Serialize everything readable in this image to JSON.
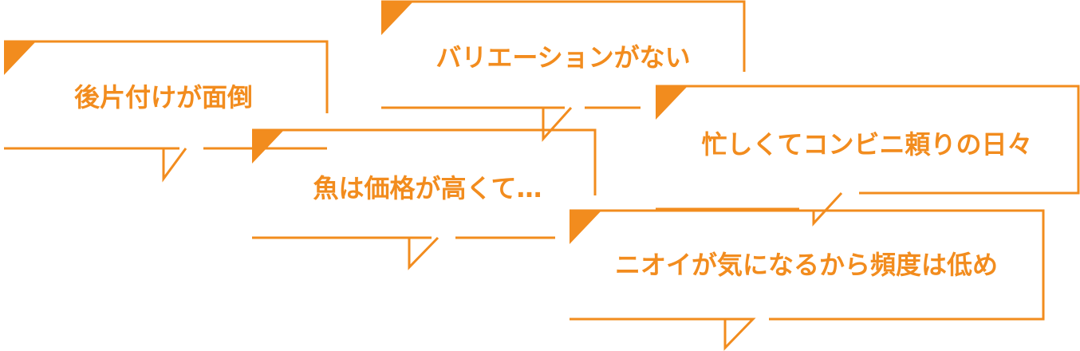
{
  "colors": {
    "accent": "#f28c1e",
    "background": "#ffffff"
  },
  "bubbles": [
    {
      "text": "後片付けが面倒"
    },
    {
      "text": "魚は価格が高くて…"
    },
    {
      "text": "バリエーションがない"
    },
    {
      "text": "忙しくてコンビニ頼りの日々"
    },
    {
      "text": "ニオイが気になるから頻度は低め"
    }
  ]
}
